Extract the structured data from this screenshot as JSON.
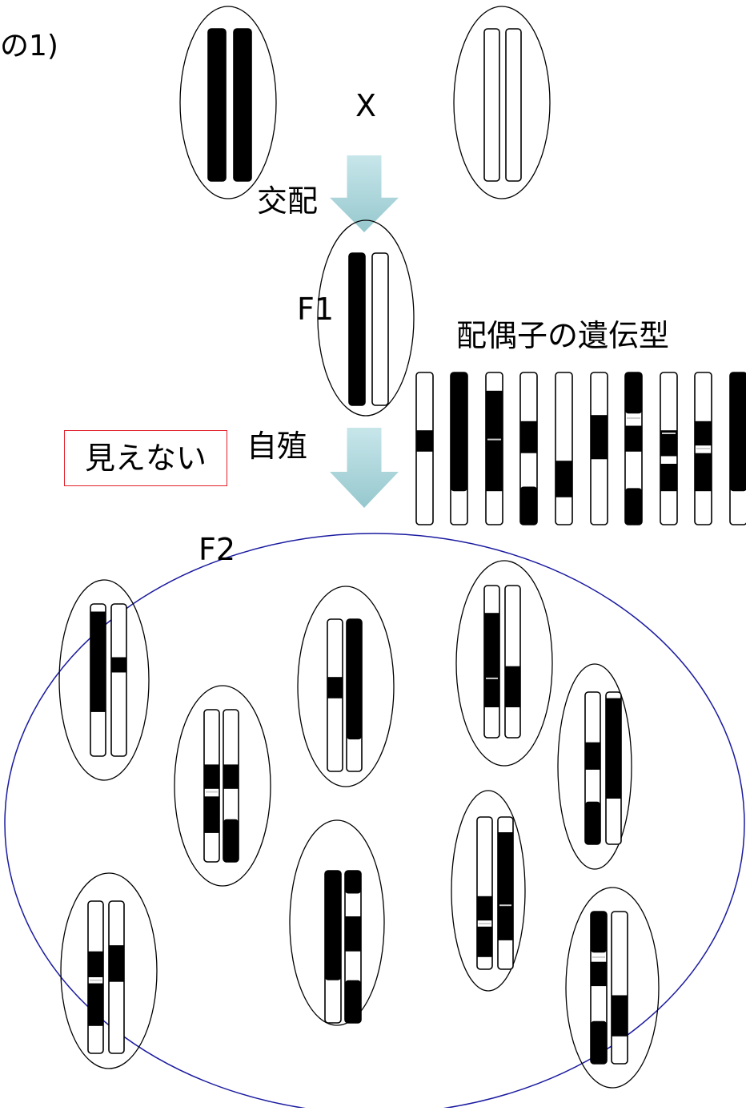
{
  "labels": {
    "title_fragment": "の1)",
    "cross": "X",
    "mating": "交配",
    "f1": "F1",
    "gamete_genotype": "配偶子の遺伝型",
    "selfing": "自殖",
    "invisible": "見えない",
    "f2": "F2"
  },
  "colors": {
    "chromosome_dark": "#000000",
    "chromosome_light": "#ffffff",
    "f2_population_outline": "#1a1aa0",
    "invisible_box_border": "#e0202a",
    "arrow_fill": "#a9d3d8"
  }
}
